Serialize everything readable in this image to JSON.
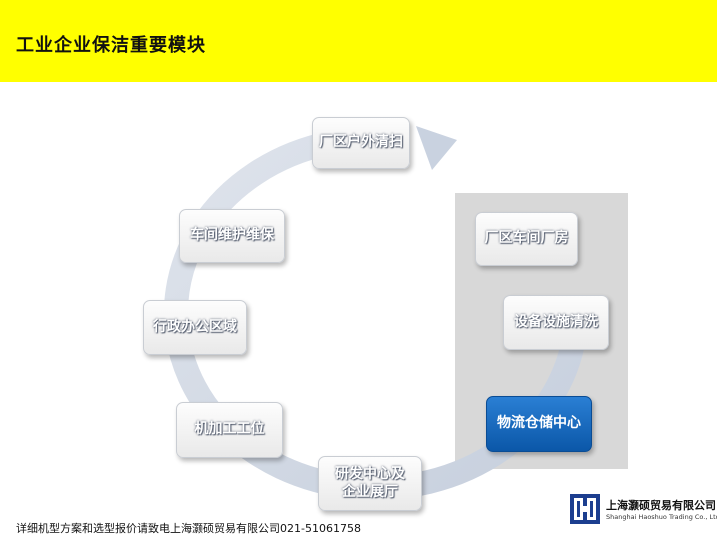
{
  "header": {
    "title": "工业企业保洁重要模块"
  },
  "cycle": {
    "nodes": [
      {
        "id": "outdoor",
        "label": "厂区户外清扫"
      },
      {
        "id": "workshop",
        "label": "厂区车间厂房"
      },
      {
        "id": "equipment",
        "label": "设备设施清洗"
      },
      {
        "id": "logistics",
        "label": "物流仓储中心",
        "highlighted": true
      },
      {
        "id": "rnd",
        "label_line1": "研发中心及",
        "label_line2": "企业展厅"
      },
      {
        "id": "machining",
        "label": "机加工工位"
      },
      {
        "id": "office",
        "label": "行政办公区域"
      },
      {
        "id": "maintenance",
        "label": "车间维护维保"
      }
    ]
  },
  "footer": {
    "contact_text": "详细机型方案和选型报价请致电上海灏硕贸易有限公司021-51061758"
  },
  "logo": {
    "name_cn": "上海灏硕贸易有限公司",
    "name_en": "Shanghai Haoshuo Trading Co., Ltd."
  },
  "colors": {
    "header_bg": "#ffff00",
    "ring": "#d3dae6",
    "highlight": "#0b5fb5",
    "panel": "#d8d8d8"
  }
}
